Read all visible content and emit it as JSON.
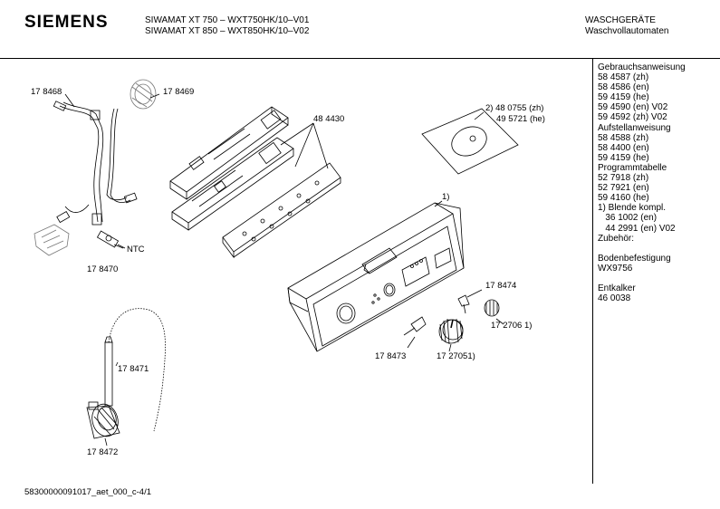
{
  "header": {
    "brand": "SIEMENS",
    "models": [
      "SIWAMAT XT 750 – WXT750HK/10–V01",
      "SIWAMAT XT 850 – WXT850HK/10–V02"
    ],
    "category": [
      "WASCHGERÄTE",
      "Waschvollautomaten"
    ]
  },
  "sidebar": {
    "lines": [
      "Gebrauchsanweisung",
      "58 4587 (zh)",
      "58 4586 (en)",
      "59 4159 (he)",
      "59 4590 (en) V02",
      "59 4592 (zh) V02",
      "Aufstellanweisung",
      "58 4588 (zh)",
      "58 4400 (en)",
      " 59 4159 (he)",
      "Programmtabelle",
      "52 7918 (zh)",
      "52 7921 (en)",
      "59 4160 (he)",
      "1) Blende kompl.",
      "   36 1002 (en)",
      "   44 2991 (en) V02",
      "Zubehör:",
      "",
      "Bodenbefestigung",
      "WX9756",
      "",
      "Entkalker",
      "46 0038"
    ]
  },
  "parts": {
    "p178468": "17 8468",
    "p178469": "17 8469",
    "p484430": "48 4430",
    "p480755": "2) 48 0755 (zh)",
    "p495721": "49 5721 (he)",
    "p1": "1)",
    "ntc": "NTC",
    "p178470": "17 8470",
    "p178471": "17 8471",
    "p178472": "17 8472",
    "p178474": "17 8474",
    "p172706": "17 2706 1)",
    "p178473": "17 8473",
    "p172705": "17 27051)"
  },
  "footer": {
    "doc_id": "58300000091017_aet_000_c-4/1"
  }
}
